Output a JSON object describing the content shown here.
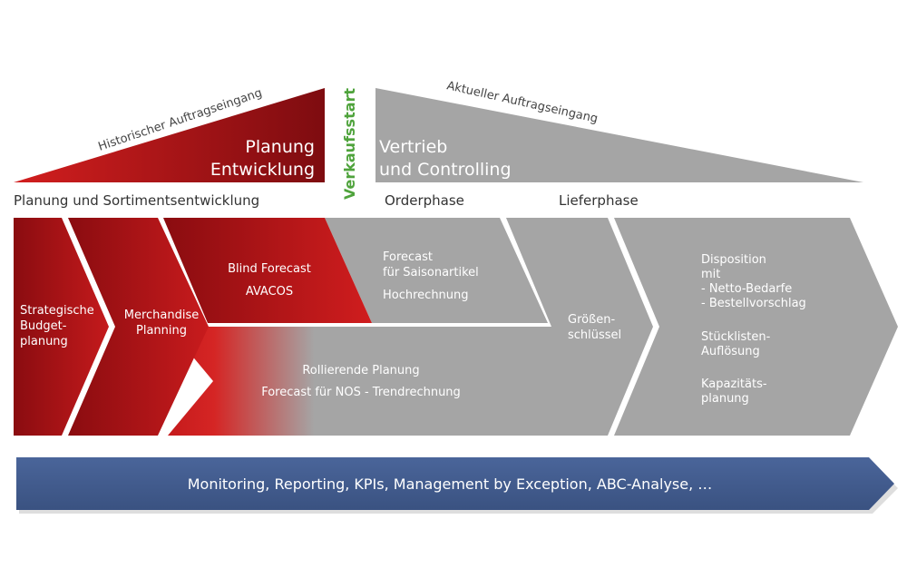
{
  "colors": {
    "red_dark": "#8b0d12",
    "red_mid": "#b3141a",
    "red_bright": "#d21e1e",
    "gray": "#a5a5a5",
    "gray_dark": "#999999",
    "blue": "#3f5a88",
    "green": "#4fa33c",
    "text_dark": "#333333",
    "text_light": "#ffffff"
  },
  "triangles": {
    "left": {
      "arc_label": "Historischer Auftragseingang",
      "line1": "Planung",
      "line2": "Entwicklung"
    },
    "right": {
      "arc_label": "Aktueller Auftragseingang",
      "line1": "Vertrieb",
      "line2": "und Controlling"
    },
    "divider_label": "Verkaufsstart"
  },
  "phases": {
    "planning": "Planung und Sortimentsentwicklung",
    "order": "Orderphase",
    "delivery": "Lieferphase"
  },
  "chevrons": {
    "strategic": {
      "lines": [
        "Strategische",
        "Budget-",
        "planung"
      ]
    },
    "merchandise": {
      "lines": [
        "Merchandise",
        "Planning"
      ]
    },
    "blind_forecast": {
      "lines": [
        "Blind Forecast",
        "AVACOS"
      ]
    },
    "seasonal": {
      "lines": [
        "Forecast",
        "für Saisonartikel",
        "Hochrechnung"
      ]
    },
    "rolling": {
      "lines": [
        "Rollierende Planung",
        "Forecast für NOS - Trendrechnung"
      ]
    },
    "size_key": {
      "lines": [
        "Größen-",
        "schlüssel"
      ]
    },
    "disposition": {
      "lines": [
        "Disposition",
        "mit",
        "- Netto-Bedarfe",
        "- Bestellvorschlag",
        "Stücklisten-",
        "Auflösung",
        "Kapazitäts-",
        "planung"
      ]
    }
  },
  "bottom_banner": {
    "label": "Monitoring, Reporting, KPIs, Management by Exception, ABC-Analyse, …"
  }
}
